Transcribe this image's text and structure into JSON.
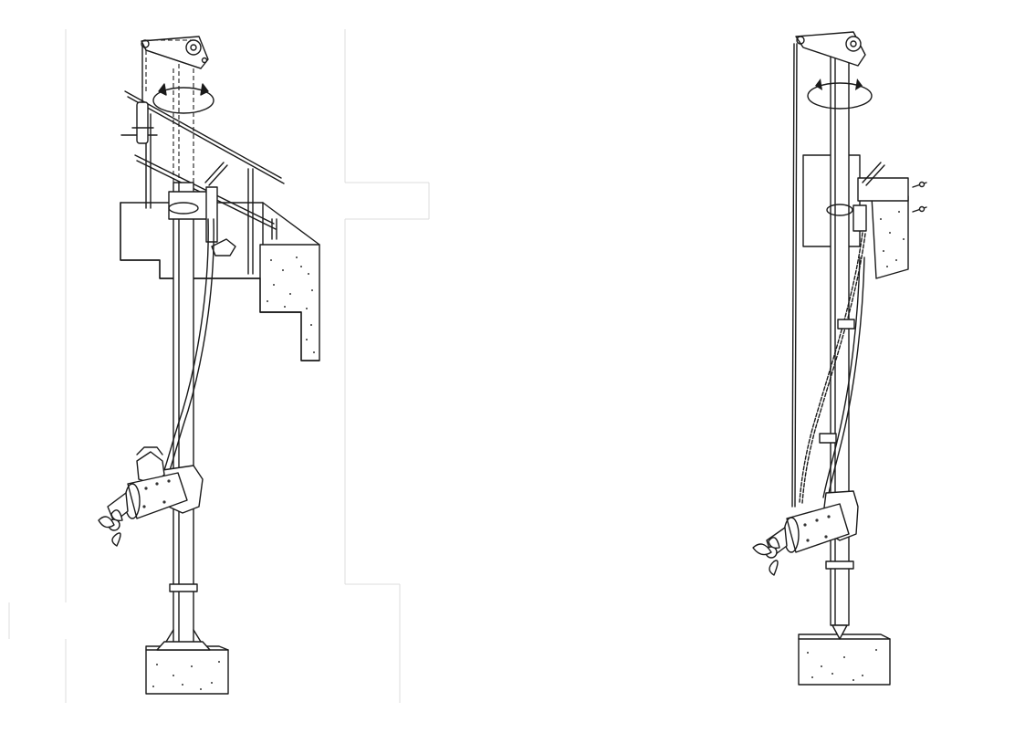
{
  "figures": [
    {
      "id": "mixer-mast-handrail-mount",
      "icon": "mixer-on-guide-mast-with-handrail-bracket-illustration"
    },
    {
      "id": "mixer-mast-wall-mount",
      "icon": "mixer-on-guide-mast-with-wall-bracket-and-chain-illustration"
    }
  ],
  "colors": {
    "line": "#1a1a1a",
    "background": "#ffffff",
    "concrete_speckle": "#333333"
  }
}
